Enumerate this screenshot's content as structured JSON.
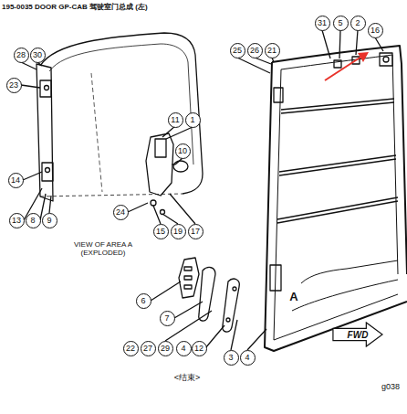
{
  "diagram": {
    "title": "195-0035 DOOR GP-CAB 驾驶室门总成 (左)",
    "nodes": [
      {
        "text": [
          "31"
        ]
      },
      {
        "text": [
          "5"
        ]
      },
      {
        "text": [
          "2"
        ]
      },
      {
        "text": [
          "16"
        ]
      },
      {
        "text": [
          "25"
        ]
      },
      {
        "text": [
          "26"
        ]
      },
      {
        "text": [
          "21"
        ]
      },
      {
        "text": [
          "28"
        ]
      },
      {
        "text": [
          "30"
        ]
      },
      {
        "text": [
          "23"
        ]
      },
      {
        "text": [
          "11"
        ]
      },
      {
        "text": [
          "1"
        ]
      },
      {
        "text": [
          "10"
        ]
      },
      {
        "text": [
          "14"
        ]
      },
      {
        "text": [
          "24"
        ]
      },
      {
        "text": [
          "13"
        ]
      },
      {
        "text": [
          "8"
        ]
      },
      {
        "text": [
          "9"
        ]
      },
      {
        "text": [
          "15"
        ]
      },
      {
        "text": [
          "19"
        ]
      },
      {
        "text": [
          "17"
        ]
      },
      {
        "text": [
          "6"
        ]
      },
      {
        "text": [
          "7"
        ]
      },
      {
        "text": [
          "FWD"
        ]
      },
      {
        "text": [
          "22"
        ]
      },
      {
        "text": [
          "27"
        ]
      },
      {
        "text": [
          "29"
        ]
      },
      {
        "text": [
          "4"
        ]
      },
      {
        "text": [
          "12"
        ]
      },
      {
        "text": [
          "3"
        ]
      },
      {
        "text": [
          "4"
        ]
      }
    ],
    "labels": [
      "VIEW OF AREA A (EXPLODED)",
      "A",
      "<结束>",
      "g038"
    ]
  }
}
